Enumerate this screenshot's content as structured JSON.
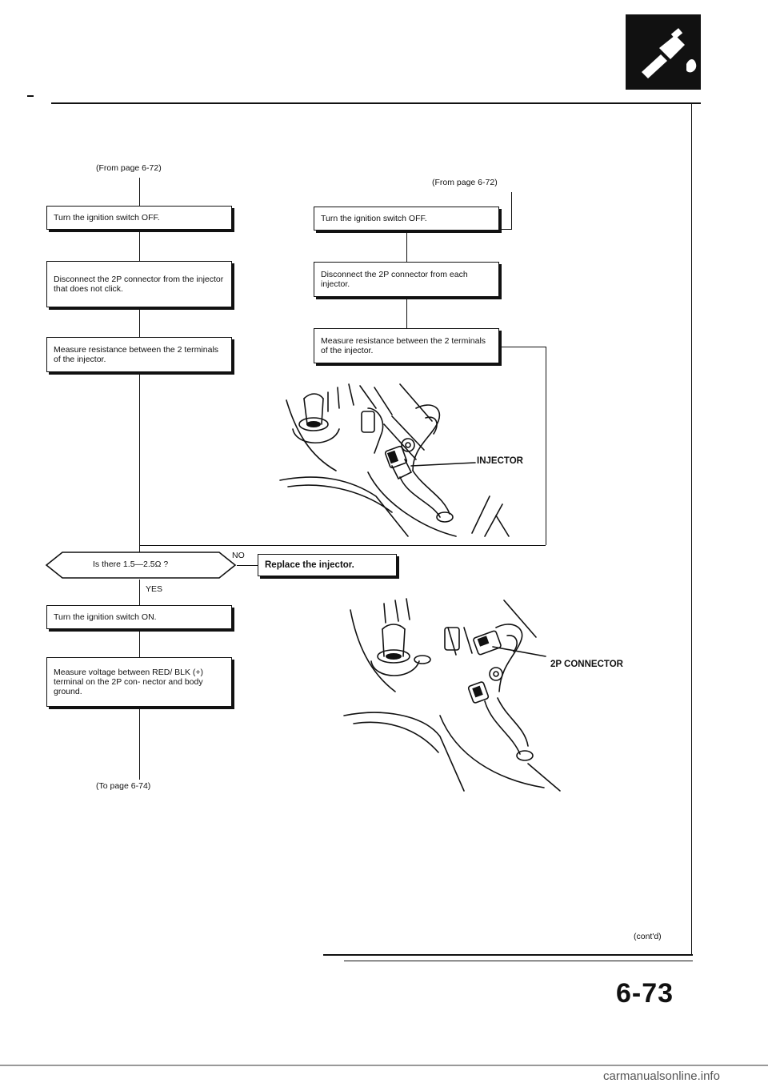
{
  "left_flow": {
    "from": "(From page 6-72)",
    "step1": "Turn the ignition switch OFF.",
    "step2": "Disconnect the 2P connector from the injector that does not click.",
    "step3": "Measure resistance between the 2 terminals of the injector.",
    "decision": "Is there 1.5—2.5Ω ?",
    "yes_label": "YES",
    "no_label": "NO",
    "step4": "Turn the ignition switch ON.",
    "step5": "Measure voltage between RED/ BLK (+) terminal on the 2P con- nector and body ground.",
    "to": "(To page 6-74)"
  },
  "right_flow": {
    "from": "(From page 6-72)",
    "step1": "Turn the ignition switch OFF.",
    "step2": "Disconnect the 2P connector from each injector.",
    "step3": "Measure resistance between the 2 terminals of the injector."
  },
  "result_box": "Replace the injector.",
  "illustration_labels": {
    "injector": "INJECTOR",
    "connector": "2P CONNECTOR"
  },
  "footer": {
    "contd": "(cont'd)",
    "page_number": "6-73",
    "watermark": "carmanualsonline.info"
  },
  "icon": "fuel-injector-icon"
}
